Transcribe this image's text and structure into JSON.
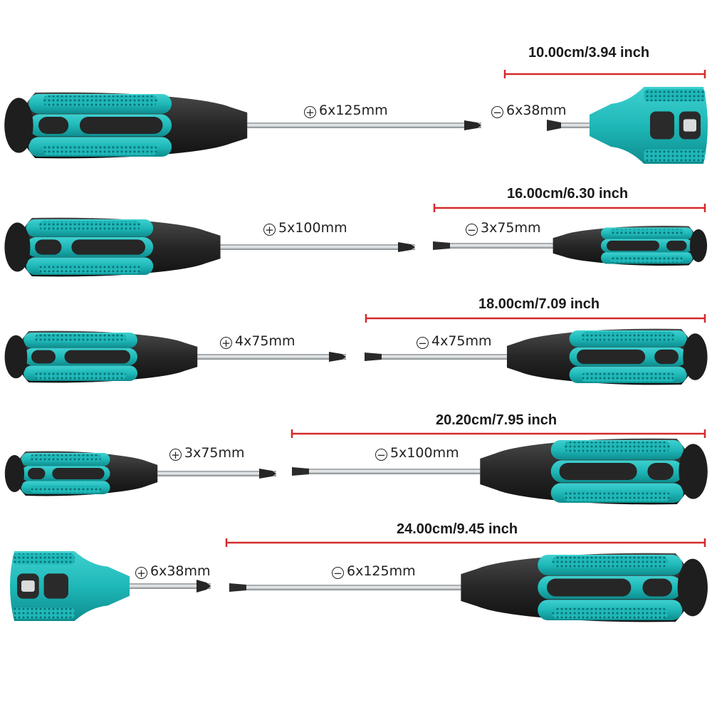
{
  "colors": {
    "handle_teal": "#1fb8b8",
    "handle_teal_dark": "#0f8c8e",
    "handle_black": "#232323",
    "shaft_steel": "#c9cdd0",
    "measure_red": "#d62a2a",
    "label_text": "#222222"
  },
  "icons": {
    "phillips": "plus-circle-icon",
    "slotted": "minus-circle-icon"
  },
  "rows": [
    {
      "length": "10.00cm/3.94 inch",
      "phillips": {
        "symbol": "+",
        "size": "6x125mm"
      },
      "slotted": {
        "symbol": "−",
        "size": "6x38mm"
      }
    },
    {
      "length": "16.00cm/6.30 inch",
      "phillips": {
        "symbol": "+",
        "size": "5x100mm"
      },
      "slotted": {
        "symbol": "−",
        "size": "3x75mm"
      }
    },
    {
      "length": "18.00cm/7.09 inch",
      "phillips": {
        "symbol": "+",
        "size": "4x75mm"
      },
      "slotted": {
        "symbol": "−",
        "size": "4x75mm"
      }
    },
    {
      "length": "20.20cm/7.95 inch",
      "phillips": {
        "symbol": "+",
        "size": "3x75mm"
      },
      "slotted": {
        "symbol": "−",
        "size": "5x100mm"
      }
    },
    {
      "length": "24.00cm/9.45 inch",
      "phillips": {
        "symbol": "+",
        "size": "6x38mm"
      },
      "slotted": {
        "symbol": "−",
        "size": "6x125mm"
      }
    }
  ]
}
